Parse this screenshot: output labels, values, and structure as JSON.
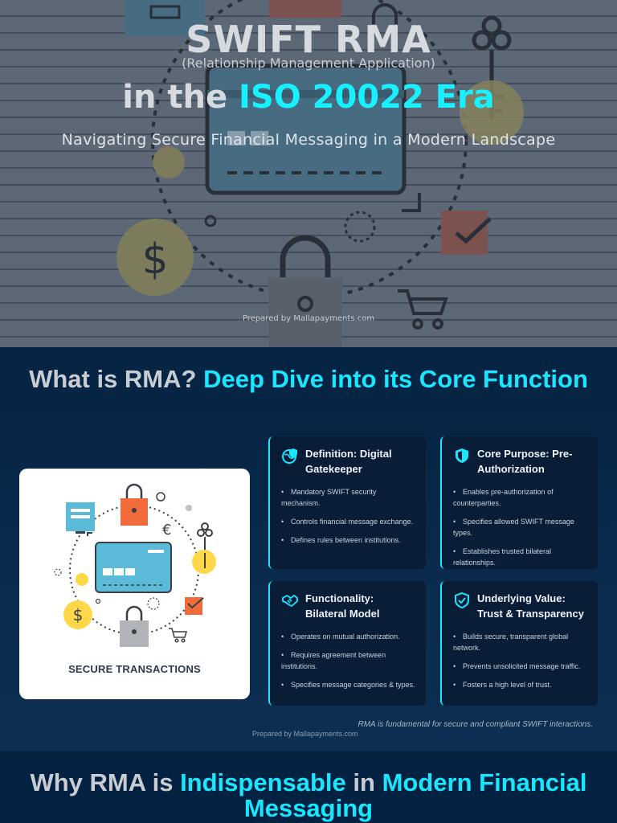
{
  "hero": {
    "title": "SWIFT RMA",
    "parenthetical": "(Relationship Management Application)",
    "era_prefix": "in the ",
    "era_highlight": "ISO 20022 Era",
    "subtitle": "Navigating Secure Financial Messaging in a Modern Landscape",
    "prepared_by": "Prepared by Mallapayments.com"
  },
  "section2": {
    "title_plain": "What is RMA? ",
    "title_highlight": "Deep Dive into its Core Function",
    "image_caption": "SECURE TRANSACTIONS",
    "cards": [
      {
        "title": "Definition: Digital Gatekeeper",
        "icon": "globe-shield-icon",
        "bullets": [
          "Mandatory SWIFT security mechanism.",
          "Controls financial message exchange.",
          "Defines rules between institutions."
        ]
      },
      {
        "title": "Core Purpose: Pre-Authorization",
        "icon": "shield-icon",
        "bullets": [
          "Enables pre-authorization of counterparties.",
          "Specifies allowed SWIFT message types.",
          "Establishes trusted bilateral relationships."
        ]
      },
      {
        "title": "Functionality: Bilateral Model",
        "icon": "handshake-icon",
        "bullets": [
          "Operates on mutual authorization.",
          "Requires agreement between institutions.",
          "Specifies message categories & types."
        ]
      },
      {
        "title": "Underlying Value: Trust & Transparency",
        "icon": "shield-check-icon",
        "bullets": [
          "Builds secure, transparent global network.",
          "Prevents unsolicited message traffic.",
          "Fosters a high level of trust."
        ]
      }
    ],
    "footnote": "RMA is fundamental for secure and compliant SWIFT interactions.",
    "prepared_by": "Prepared by Mallapayments.com"
  },
  "section3": {
    "t1": "Why RMA is ",
    "t2": "Indispensable",
    "t3": " in ",
    "t4": "Modern Financial Messaging"
  },
  "colors": {
    "accent": "#19e6ff",
    "background": "#0b2340",
    "card": "#0a1d36"
  },
  "bullet_glyph": "•"
}
